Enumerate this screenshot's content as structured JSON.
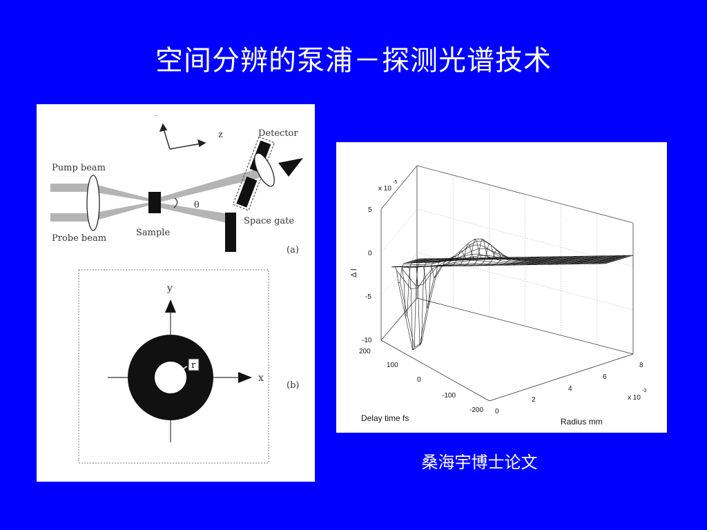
{
  "slide": {
    "title": "空间分辨的泵浦－探测光谱技术",
    "caption": "桑海宇博士论文",
    "background": "#0000fe"
  },
  "setup_diagram": {
    "labels": {
      "axis_glyph": "..",
      "z": "z",
      "detector": "Detector",
      "pump_beam": "Pump beam",
      "probe_beam": "Probe beam",
      "sample": "Sample",
      "theta": "θ",
      "space_gate": "Space gate",
      "panel_a": "(a)"
    }
  },
  "beam_diagram": {
    "labels": {
      "y": "y",
      "x": "x",
      "r": "r",
      "panel_b": "(b)"
    }
  },
  "surface_plot": {
    "z_scale": "x 10",
    "z_exp": "-5",
    "z_label": "Δ I",
    "z_ticks": [
      "5",
      "0",
      "-5",
      "-10"
    ],
    "y_ticks": [
      "200",
      "100",
      "0",
      "-100",
      "-200"
    ],
    "x_ticks": [
      "0",
      "2",
      "4",
      "6",
      "8"
    ],
    "x_scale": "x 10",
    "x_exp": "-3",
    "y_label": "Delay time  fs",
    "x_label": "Radius  mm"
  }
}
